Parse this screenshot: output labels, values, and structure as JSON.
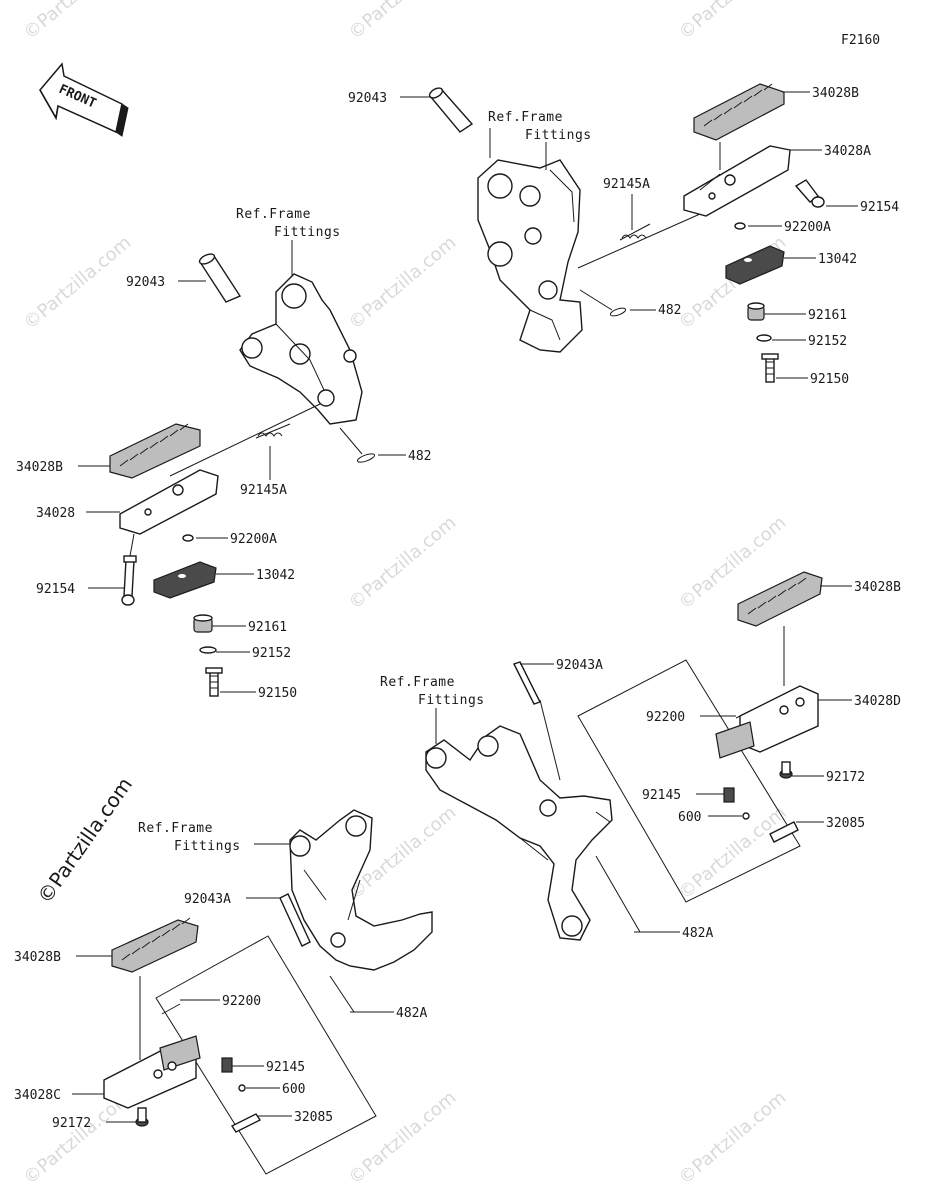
{
  "figure_code": "F2160",
  "front_label": "FRONT",
  "watermark": "©Partzilla.com",
  "labels": {
    "tl_92043": "92043",
    "tl_ref1": "Ref.Frame",
    "tl_ref2": "Fittings",
    "tr_92043": "92043",
    "tr_ref1": "Ref.Frame",
    "tr_ref2": "Fittings",
    "tr_34028B": "34028B",
    "tr_34028A": "34028A",
    "tr_92145A": "92145A",
    "tr_92154": "92154",
    "tr_92200A": "92200A",
    "tr_13042": "13042",
    "tr_482": "482",
    "tr_92161": "92161",
    "tr_92152": "92152",
    "tr_92150": "92150",
    "l_34028B": "34028B",
    "l_482": "482",
    "l_92145A": "92145A",
    "l_34028": "34028",
    "l_92200A": "92200A",
    "l_92154": "92154",
    "l_13042": "13042",
    "l_92161": "92161",
    "l_92152": "92152",
    "l_92150": "92150",
    "br_92043A": "92043A",
    "br_ref1": "Ref.Frame",
    "br_ref2": "Fittings",
    "br_34028B": "34028B",
    "br_92200": "92200",
    "br_34028D": "34028D",
    "br_92172": "92172",
    "br_92145": "92145",
    "br_600": "600",
    "br_32085": "32085",
    "br_482A": "482A",
    "bl_ref1": "Ref.Frame",
    "bl_ref2": "Fittings",
    "bl_92043A": "92043A",
    "bl_34028B": "34028B",
    "bl_92200": "92200",
    "bl_482A": "482A",
    "bl_34028C": "34028C",
    "bl_92145": "92145",
    "bl_600": "600",
    "bl_92172": "92172",
    "bl_32085": "32085"
  }
}
